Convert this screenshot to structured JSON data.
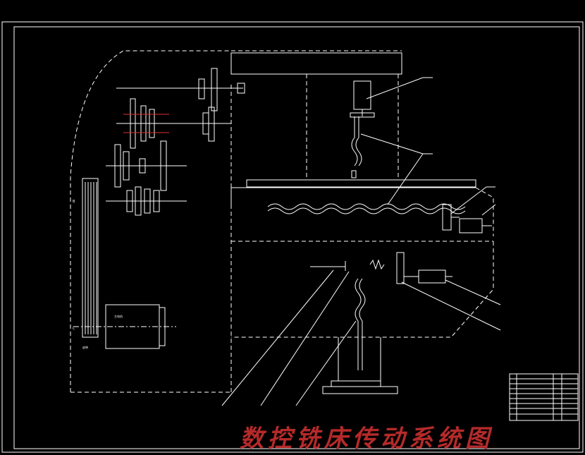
{
  "drawing": {
    "title": "数控铣床传动系统图",
    "labels": {
      "motor_name": "主电机",
      "belt_label": "皮带",
      "letter_b": "B",
      "letter_c": "C"
    },
    "title_block": {
      "rows": [
        "",
        "",
        "",
        "",
        "",
        "",
        "",
        "",
        "",
        ""
      ],
      "footer": ""
    }
  },
  "colors": {
    "background": "#000000",
    "line": "#ffffff",
    "centerline": "#e03030",
    "title": "#b52a2a"
  }
}
